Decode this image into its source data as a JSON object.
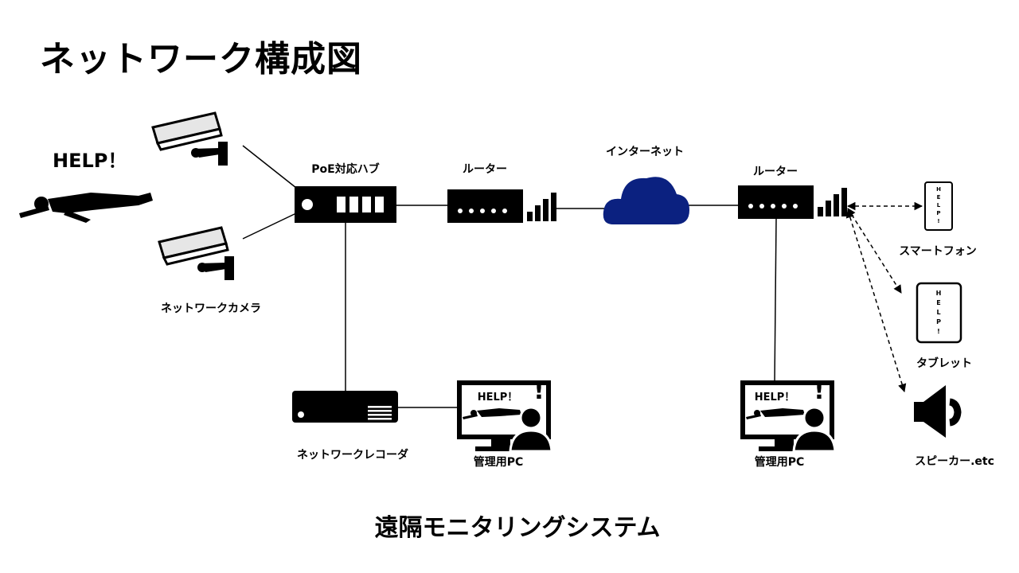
{
  "title": "ネットワーク構成図",
  "help_text": "HELP！",
  "labels": {
    "poe_hub": "PoE対応ハブ",
    "router_left": "ルーター",
    "internet": "インターネット",
    "router_right": "ルーター",
    "network_camera": "ネットワークカメラ",
    "network_recorder": "ネットワークレコーダ",
    "admin_pc_left": "管理用PC",
    "admin_pc_right": "管理用PC",
    "smartphone": "スマートフォン",
    "tablet": "タブレット",
    "speaker": "スピーカー.etc"
  },
  "screen_help": "HELP！",
  "alert_mark": "!",
  "device_help_letters": [
    "H",
    "E",
    "L",
    "P",
    "!"
  ],
  "caption": "遠隔モニタリングシステム",
  "colors": {
    "ink": "#000000",
    "cloud": "#0b2180",
    "device_gray": "#e6e6e6"
  },
  "icons": [
    "security-camera-icon",
    "fallen-person-icon",
    "network-switch-icon",
    "router-icon",
    "cloud-icon",
    "recorder-icon",
    "monitor-icon",
    "smartphone-icon",
    "tablet-icon",
    "speaker-icon"
  ]
}
